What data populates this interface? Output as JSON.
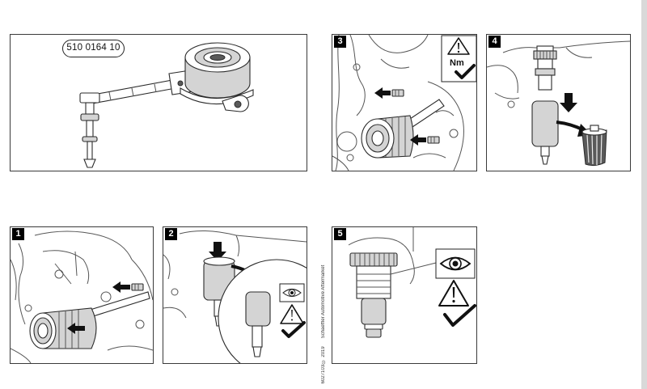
{
  "colors": {
    "page": "#ffffff",
    "line": "#2b2b2b",
    "part_shade": "#d4d4d4",
    "badge": "#000000",
    "badge_text": "#ffffff"
  },
  "overview": {
    "part_number": "510 0164 10",
    "icons": [
      "concentric-slave-cylinder-drawing",
      "bleed-fitting-drawing"
    ]
  },
  "steps": {
    "step1": {
      "number": "1",
      "icons": [
        "arrow-left-icon",
        "arrow-left-icon"
      ]
    },
    "step2": {
      "number": "2",
      "icons": [
        "arrow-down-icon",
        "curved-arrow-icon",
        "magnifier-circle",
        "eye-icon",
        "warning-icon",
        "checkmark-icon"
      ]
    },
    "step3": {
      "number": "3",
      "torque_unit": "Nm",
      "icons": [
        "arrow-left-icon",
        "arrow-left-icon",
        "warning-icon",
        "checkmark-icon"
      ]
    },
    "step4": {
      "number": "4",
      "icons": [
        "arrow-down-icon",
        "curved-arrow-icon",
        "dust-cap-icon"
      ]
    },
    "step5": {
      "number": "5",
      "icons": [
        "eye-icon",
        "warning-icon",
        "checkmark-icon"
      ]
    }
  },
  "footer": {
    "code": "6027103 © 2019",
    "brand": "Schaeffler Automotive Aftermarket"
  }
}
